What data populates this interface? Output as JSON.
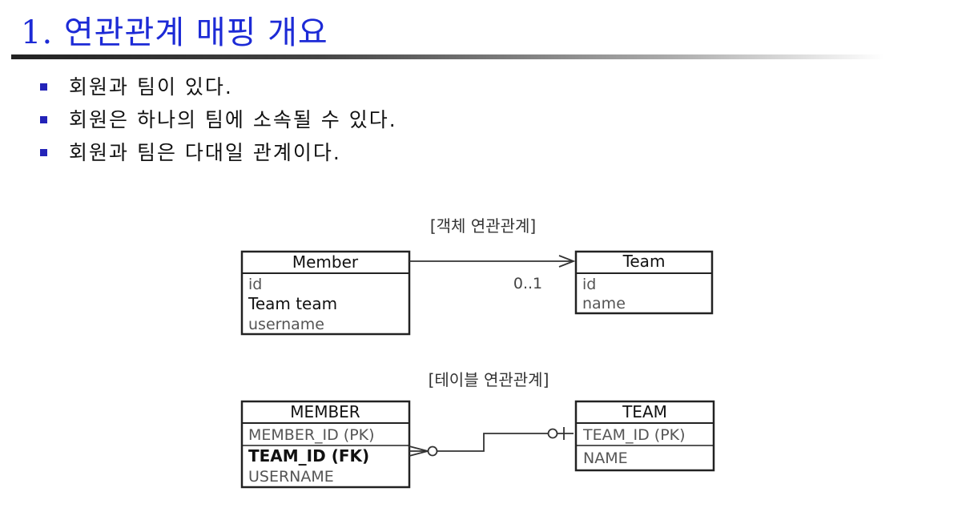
{
  "slide": {
    "title": "1. 연관관계 매핑 개요",
    "bullets": [
      "회원과 팀이 있다.",
      "회원은 하나의 팀에 소속될 수 있다.",
      "회원과 팀은 다대일 관계이다."
    ]
  },
  "object_model": {
    "heading": "[객체 연관관계]",
    "member": {
      "name": "Member",
      "fields": [
        "id",
        "Team team",
        "username"
      ]
    },
    "team": {
      "name": "Team",
      "fields": [
        "id",
        "name"
      ]
    },
    "multiplicity": "0..1"
  },
  "table_model": {
    "heading": "[테이블 연관관계]",
    "member": {
      "name": "MEMBER",
      "fields": [
        "MEMBER_ID (PK)",
        "TEAM_ID (FK)",
        "USERNAME"
      ]
    },
    "team": {
      "name": "TEAM",
      "fields": [
        "TEAM_ID (PK)",
        "NAME"
      ]
    }
  }
}
